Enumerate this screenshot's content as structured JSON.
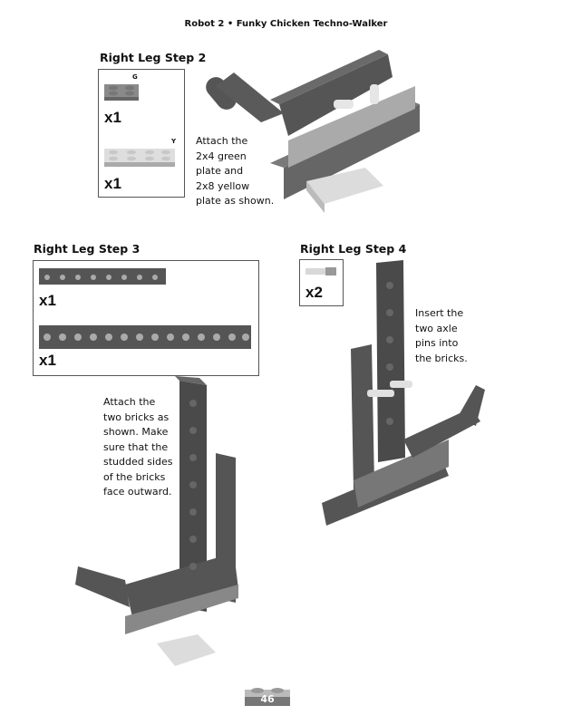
{
  "header": {
    "title": "Robot 2 • Funky Chicken Techno-Walker"
  },
  "step2": {
    "title": "Right Leg Step 2",
    "parts": [
      {
        "code": "G",
        "qty": "x1"
      },
      {
        "code": "Y",
        "qty": "x1"
      }
    ],
    "instruction": [
      "Attach the",
      "2x4 green",
      "plate and",
      "2x8 yellow",
      "plate as shown."
    ]
  },
  "step3": {
    "title": "Right Leg Step 3",
    "parts": [
      {
        "qty": "x1"
      },
      {
        "qty": "x1"
      }
    ],
    "instruction": [
      "Attach the",
      "two bricks as",
      "shown. Make",
      "sure that the",
      "studded sides",
      "of the bricks",
      "face outward."
    ]
  },
  "step4": {
    "title": "Right Leg Step 4",
    "parts": [
      {
        "qty": "x2"
      }
    ],
    "instruction": [
      "Insert the",
      "two axle",
      "pins into",
      "the bricks."
    ]
  },
  "footer": {
    "page_number": "46"
  }
}
